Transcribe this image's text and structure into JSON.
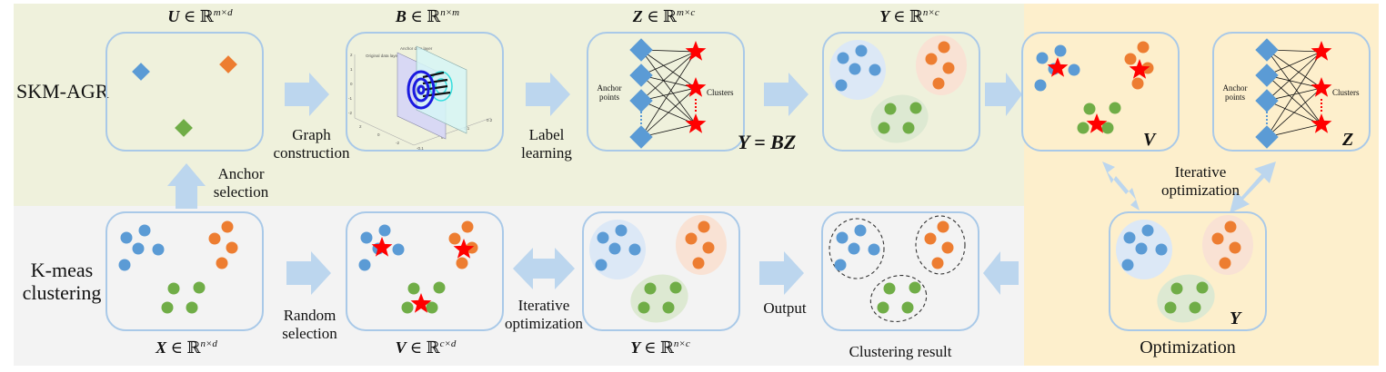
{
  "colors": {
    "top_band": "#eff1dc",
    "bottom_band": "#f3f3f3",
    "right_band": "#fdefcc",
    "box_border": "#a9c9e8",
    "arrow": "#bcd6ee",
    "blue": "#5b9bd5",
    "orange": "#ed7d31",
    "green": "#70ad47",
    "star": "#ff0000"
  },
  "rows": {
    "top_label": "SKM-AGR",
    "bottom_label_line1": "K-meas",
    "bottom_label_line2": "clustering"
  },
  "top": {
    "U": {
      "sym": "U",
      "in": "∈",
      "set": "ℝ",
      "dim": "m×d"
    },
    "B": {
      "sym": "B",
      "in": "∈",
      "set": "ℝ",
      "dim": "n×m"
    },
    "Z": {
      "sym": "Z",
      "in": "∈",
      "set": "ℝ",
      "dim": "m×c"
    },
    "Y": {
      "sym": "Y",
      "in": "∈",
      "set": "ℝ",
      "dim": "n×c"
    },
    "graph_construction_1": "Graph",
    "graph_construction_2": "construction",
    "label_learning_1": "Label",
    "label_learning_2": "learning",
    "equation": "Y = BZ",
    "anchor_selection_1": "Anchor",
    "anchor_selection_2": "selection",
    "anchor_points_1": "Anchor",
    "anchor_points_2": "points",
    "clusters": "Clusters",
    "plot": {
      "anchor_layer": "Anchor data layer",
      "original_layer": "Original data layer",
      "yticks": [
        "2",
        "1",
        "0",
        "-1",
        "-2"
      ],
      "xticks": [
        "2",
        "0",
        "-2"
      ],
      "zticks": [
        "-0.1",
        "0",
        "0.1",
        "0.2"
      ]
    }
  },
  "bottom": {
    "X": {
      "sym": "X",
      "in": "∈",
      "set": "ℝ",
      "dim": "n×d"
    },
    "V": {
      "sym": "V",
      "in": "∈",
      "set": "ℝ",
      "dim": "c×d"
    },
    "Y": {
      "sym": "Y",
      "in": "∈",
      "set": "ℝ",
      "dim": "n×c"
    },
    "random_selection_1": "Random",
    "random_selection_2": "selection",
    "iterative_1": "Iterative",
    "iterative_2": "optimization",
    "output": "Output",
    "clustering_result": "Clustering result"
  },
  "right": {
    "V_label": "V",
    "Z_label": "Z",
    "Y_label": "Y",
    "anchor_points_1": "Anchor",
    "anchor_points_2": "points",
    "clusters": "Clusters",
    "iterative_1": "Iterative",
    "iterative_2": "optimization",
    "title": "Optimization"
  }
}
